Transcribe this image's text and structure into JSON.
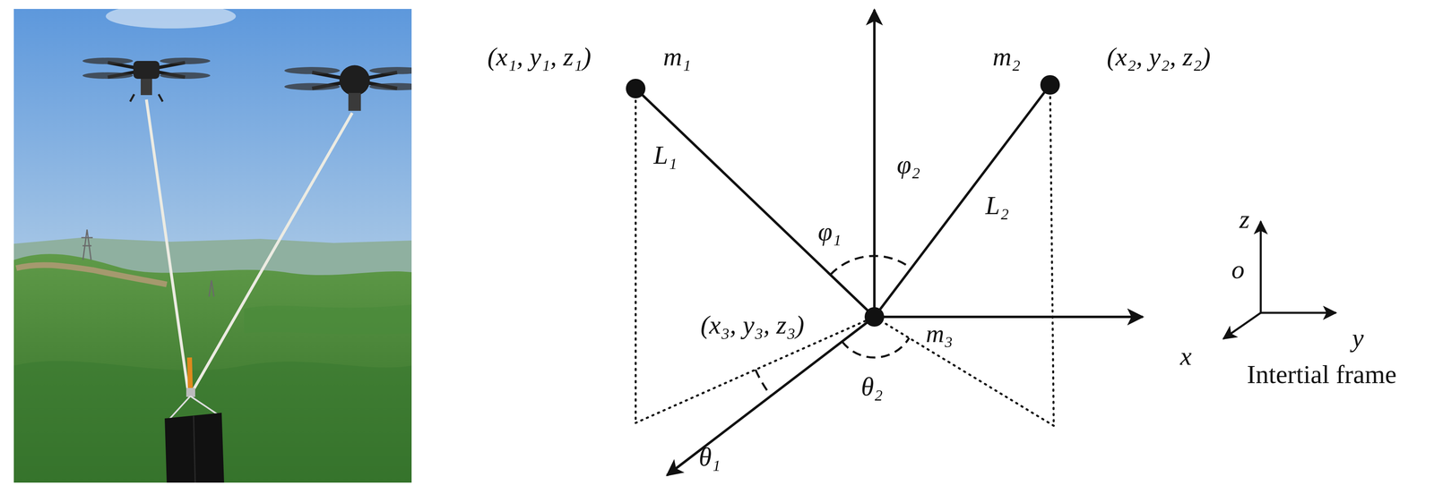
{
  "diagram": {
    "labels": [
      "(x₁, y₁, z₁)",
      "m₁",
      "m₂",
      "(x₂, y₂, z₂)",
      "L₁",
      "φ₁",
      "φ₂",
      "L₂",
      "(x₃, y₃, z₃)",
      "m₃",
      "θ₁",
      "θ₂",
      "z",
      "o",
      "y",
      "x",
      "Intertial frame"
    ]
  }
}
